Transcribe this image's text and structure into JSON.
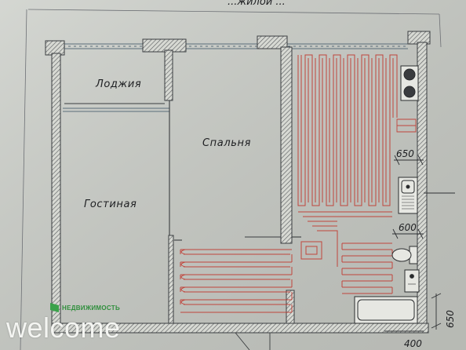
{
  "header_text": "...жилой ...",
  "rooms": {
    "loggia": "Лоджия",
    "bedroom": "Спальня",
    "living_room": "Гостиная"
  },
  "dimensions": {
    "d650_kitchen": "650",
    "d600": "600",
    "d650_right": "650",
    "d400": "400"
  },
  "watermark": {
    "word": "welcome",
    "brand": "НЕДВИЖИМОСТЬ",
    "brand_color": "#3aa24a"
  },
  "colors": {
    "paper": "#c9ccc6",
    "wall_line": "#3a3d40",
    "heating_pipe": "#c0453c",
    "window_line": "#5a6d7a"
  }
}
